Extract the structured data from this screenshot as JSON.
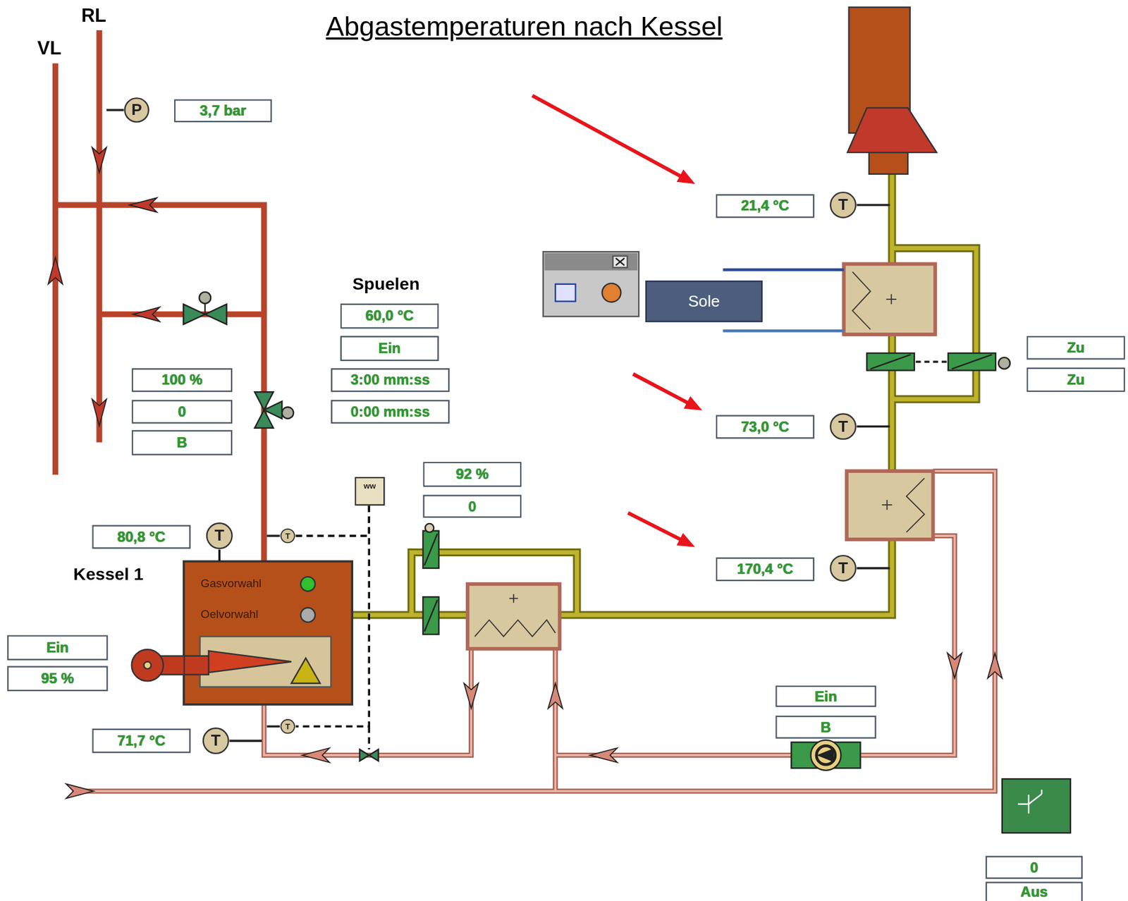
{
  "diagram": {
    "title": "Abgastemperaturen nach Kessel",
    "nodes": [
      {
        "text": [
          "P"
        ]
      },
      {
        "text": [
          "3,7 bar"
        ]
      },
      {
        "text": [
          "60,0 °C"
        ]
      },
      {
        "text": [
          "Ein"
        ]
      },
      {
        "text": [
          "3:00 mm:ss"
        ]
      },
      {
        "text": [
          "0:00 mm:ss"
        ]
      },
      {
        "text": [
          "100 %"
        ]
      },
      {
        "text": [
          "0"
        ]
      },
      {
        "text": [
          "B"
        ]
      },
      {
        "text": [
          "21,4 °C"
        ]
      },
      {
        "text": [
          "T"
        ]
      },
      {
        "text": [
          "Sole"
        ]
      },
      {
        "text": [
          "Zu"
        ]
      },
      {
        "text": [
          "Zu"
        ]
      },
      {
        "text": [
          "73,0 °C"
        ]
      },
      {
        "text": [
          "T"
        ]
      },
      {
        "text": [
          "92 %"
        ]
      },
      {
        "text": [
          "0"
        ]
      },
      {
        "text": [
          "ww"
        ]
      },
      {
        "text": [
          "80,8 °C"
        ]
      },
      {
        "text": [
          "T"
        ]
      },
      {
        "text": [
          "T"
        ]
      },
      {
        "text": [
          "170,4 °C"
        ]
      },
      {
        "text": [
          "T"
        ]
      },
      {
        "text": [
          "Kessel 1",
          "Gasvorwahl",
          "Oelvorwahl"
        ]
      },
      {
        "text": [
          "Ein"
        ]
      },
      {
        "text": [
          "95 %"
        ]
      },
      {
        "text": [
          "T"
        ]
      },
      {
        "text": [
          "71,7 °C"
        ]
      },
      {
        "text": [
          "T"
        ]
      },
      {
        "text": [
          "Ein"
        ]
      },
      {
        "text": [
          "B"
        ]
      },
      {
        "text": [
          "0"
        ]
      },
      {
        "text": [
          "Aus"
        ]
      }
    ],
    "edges": [
      {
        "from": 20,
        "to": 24,
        "arrow": "none"
      },
      {
        "from": 18,
        "to": 21,
        "arrow": "none"
      },
      {
        "from": 18,
        "to": 27,
        "arrow": "none"
      }
    ],
    "labels": [
      "RL",
      "VL",
      "Spuelen"
    ]
  }
}
